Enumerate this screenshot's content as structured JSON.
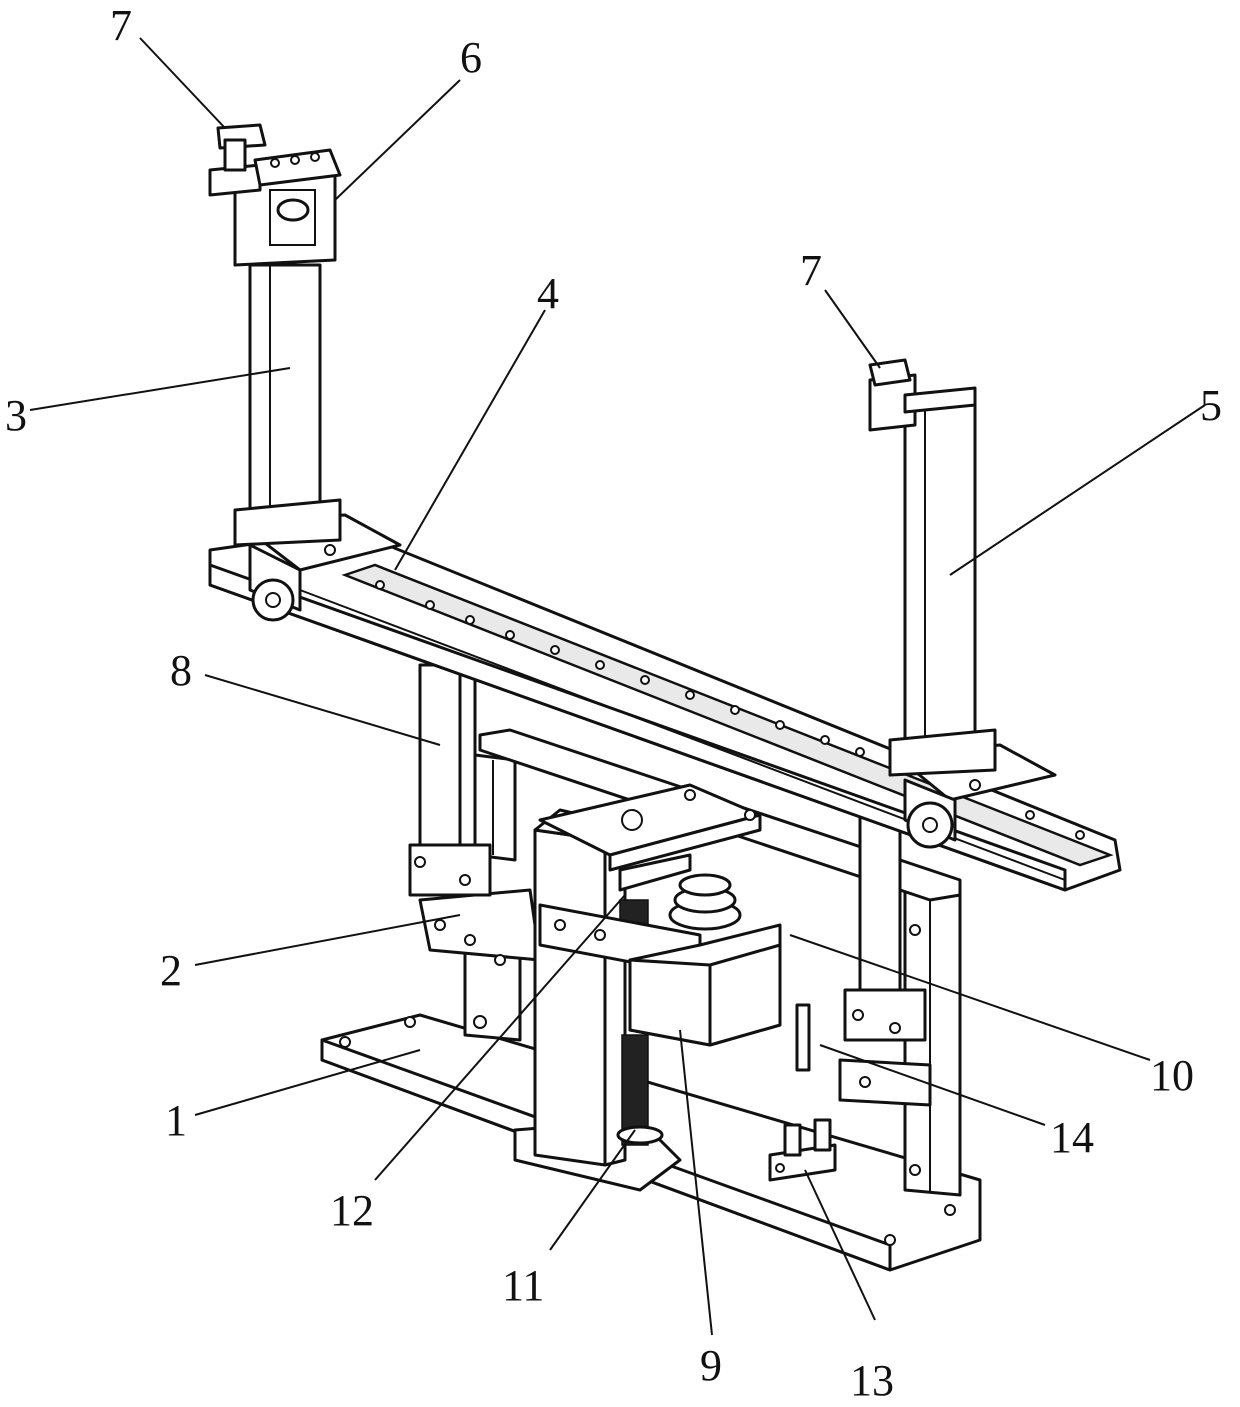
{
  "labels": [
    {
      "id": "l7a",
      "text": "7"
    },
    {
      "id": "l6",
      "text": "6"
    },
    {
      "id": "l4",
      "text": "4"
    },
    {
      "id": "l7b",
      "text": "7"
    },
    {
      "id": "l3",
      "text": "3"
    },
    {
      "id": "l5",
      "text": "5"
    },
    {
      "id": "l8",
      "text": "8"
    },
    {
      "id": "l2",
      "text": "2"
    },
    {
      "id": "l10",
      "text": "10"
    },
    {
      "id": "l1",
      "text": "1"
    },
    {
      "id": "l14",
      "text": "14"
    },
    {
      "id": "l12",
      "text": "12"
    },
    {
      "id": "l11",
      "text": "11"
    },
    {
      "id": "l9",
      "text": "9"
    },
    {
      "id": "l13",
      "text": "13"
    }
  ]
}
